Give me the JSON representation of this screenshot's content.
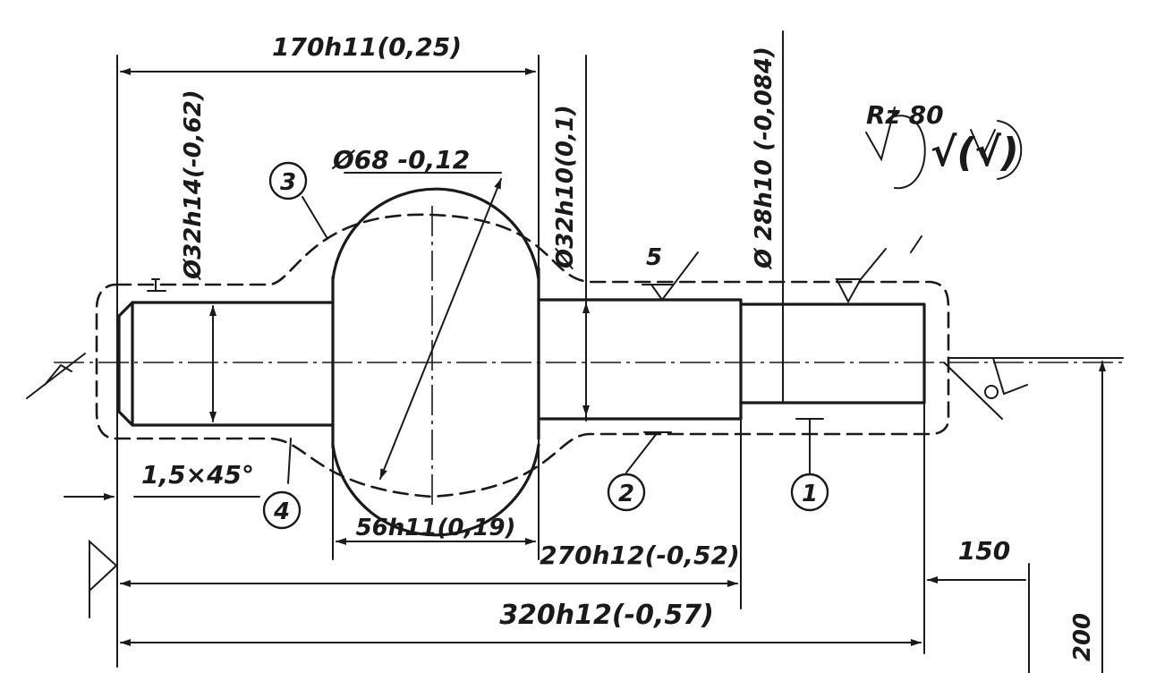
{
  "drawing": {
    "dimensions": {
      "len_170": "170h11(0,25)",
      "dia_68": "Ø68 -0,12",
      "dia_32_left": "Ø32h14(-0,62)",
      "dia_32_mid": "Ø32h10(0,1)",
      "dia_28": "Ø 28h10 (-0,084)",
      "rz": "Rz 80",
      "rz_symbol": "√(√)",
      "chamfer": "1,5×45°",
      "len_56": "56h11(0,19)",
      "len_270": "270h12(-0,52)",
      "len_320": "320h12(-0,57)",
      "fix_150": "150",
      "fix_200": "200",
      "surf_5": "5"
    },
    "callouts": {
      "n1": "1",
      "n2": "2",
      "n3": "3",
      "n4": "4"
    },
    "colors": {
      "ink": "#1a1a1a",
      "paper": "#ffffff"
    }
  }
}
